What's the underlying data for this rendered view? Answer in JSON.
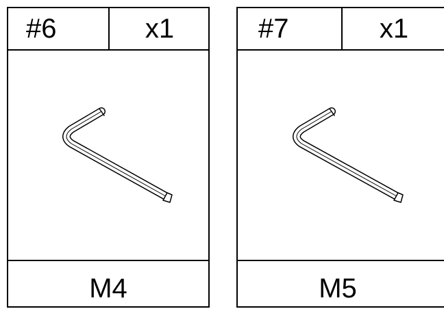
{
  "parts": [
    {
      "number": "#6",
      "quantity": "x1",
      "size": "M4",
      "icon": "hex-key-icon"
    },
    {
      "number": "#7",
      "quantity": "x1",
      "size": "M5",
      "icon": "hex-key-icon"
    }
  ]
}
